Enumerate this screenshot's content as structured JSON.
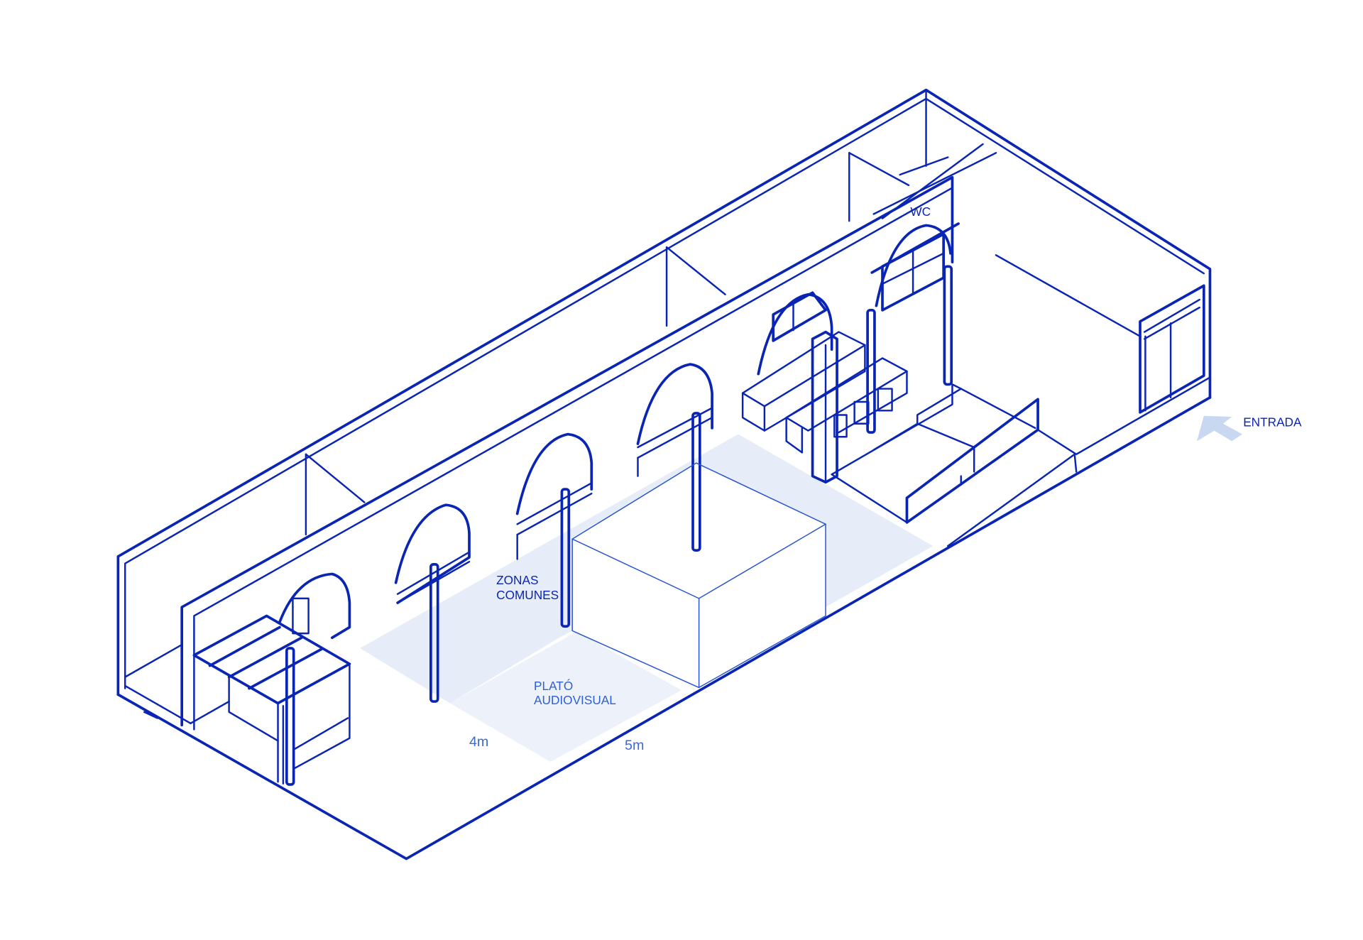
{
  "labels": {
    "wc": "WC",
    "entrada": "ENTRADA",
    "zonas_comunes": [
      "ZONAS",
      "COMUNES"
    ],
    "plato_audiovisual": [
      "PLATÓ",
      "AUDIOVISUAL"
    ],
    "dim_width": "4m",
    "dim_length": "5m"
  },
  "colors": {
    "line": "#0a25b4",
    "zone_fill": "#e6edf8",
    "arrow": "#c9d8f1"
  }
}
